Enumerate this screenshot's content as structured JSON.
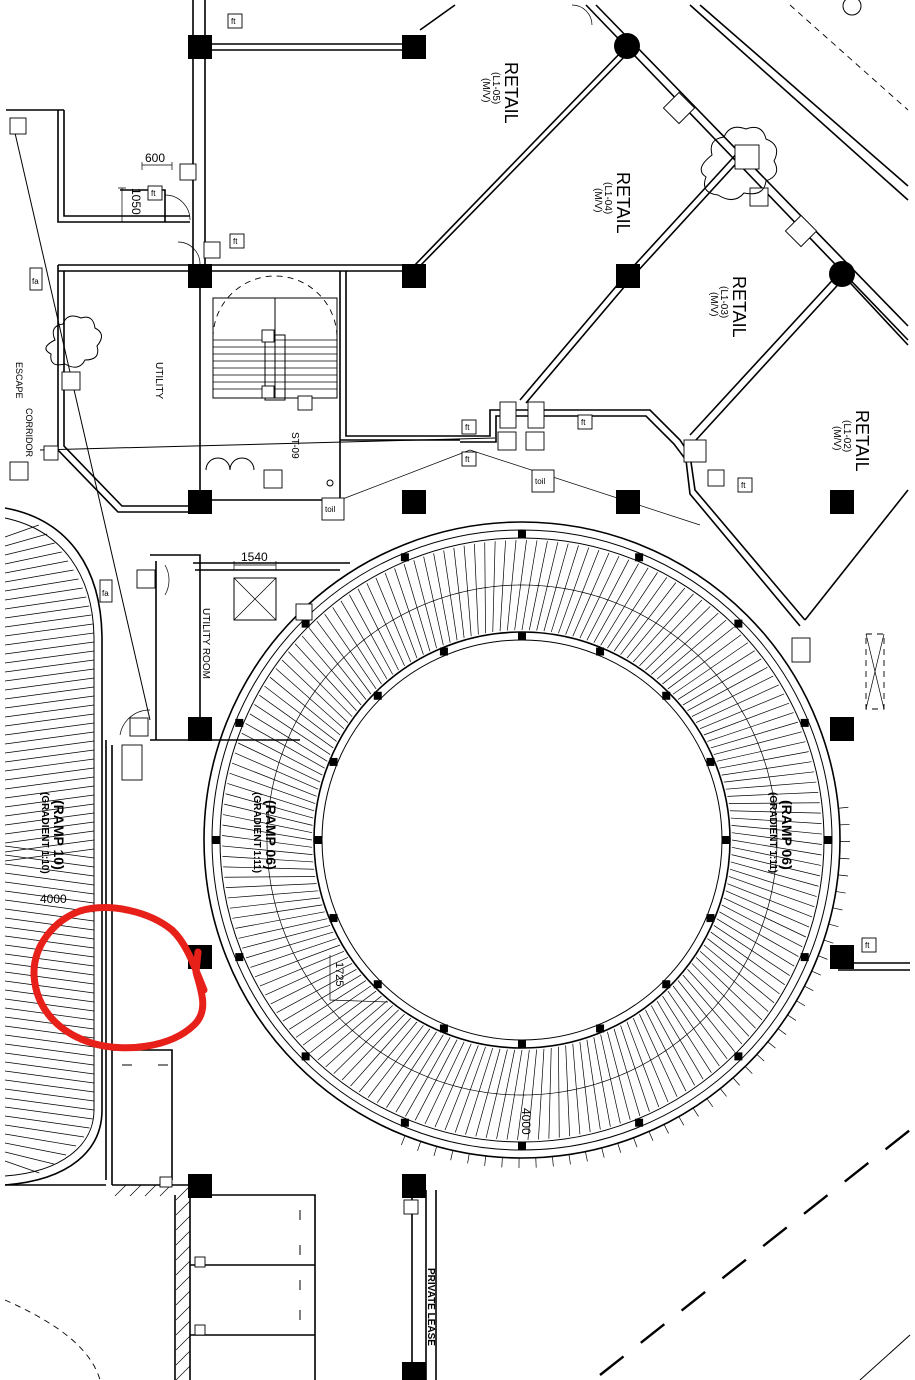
{
  "rooms": {
    "retail_1": {
      "title": "RETAIL",
      "unit": "(L1-05)",
      "type": "(M/V)"
    },
    "retail_2": {
      "title": "RETAIL",
      "unit": "(L1-04)",
      "type": "(M/V)"
    },
    "retail_3": {
      "title": "RETAIL",
      "unit": "(L1-03)",
      "type": "(M/V)"
    },
    "retail_4": {
      "title": "RETAIL",
      "unit": "(L1-02)",
      "type": "(M/V)"
    },
    "utility": "UTILITY",
    "utility_room": "UTILITY ROOM",
    "stair": "ST-09",
    "escape": "ESCAPE",
    "corridor": "CORRIDOR",
    "private_lease": "PRIVATE LEASE"
  },
  "ramps": {
    "ramp_10": {
      "name": "(RAMP 10)",
      "gradient": "(GRADIENT 1:10)"
    },
    "ramp_06_left": {
      "name": "(RAMP 06)",
      "gradient": "(GRADIENT 1:11)"
    },
    "ramp_06_right": {
      "name": "(RAMP 06)",
      "gradient": "(GRADIENT 1:11)"
    }
  },
  "dimensions": {
    "d600": "600",
    "d1050": "1050",
    "d1540": "1540",
    "d4000_left": "4000",
    "d4000_bottom": "4000",
    "d1725": "1725"
  },
  "symbols": {
    "ft": "ft",
    "fa": "fa",
    "toil": "toil"
  },
  "annotation": {
    "color": "#e8201a"
  }
}
